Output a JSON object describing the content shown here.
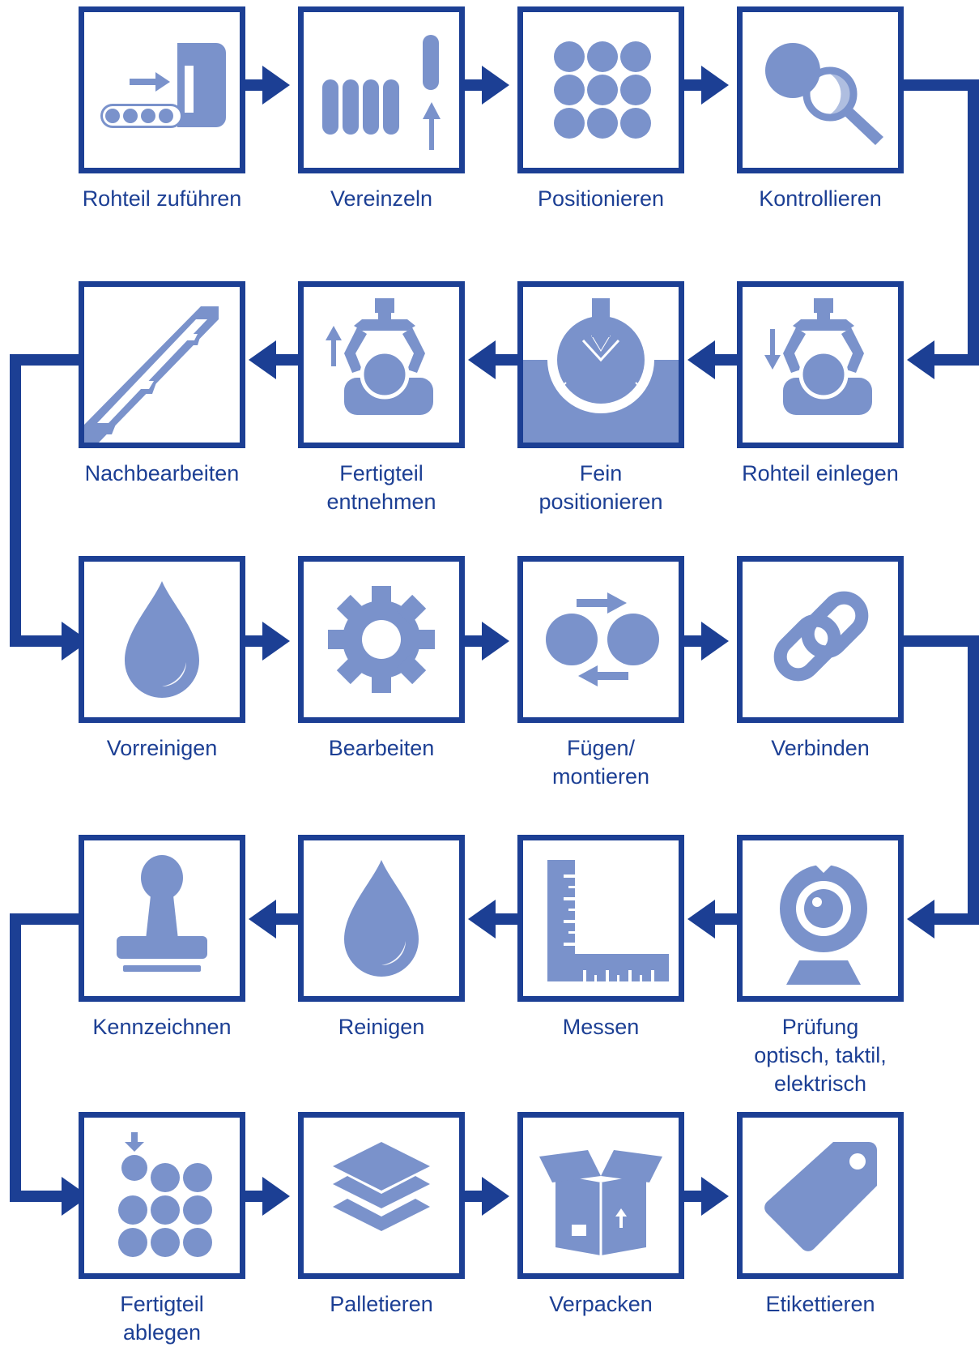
{
  "colors": {
    "frame": "#1c3f94",
    "icon": "#7a92cb",
    "background": "#ffffff"
  },
  "steps": [
    {
      "label": "Rohteil zuführen",
      "icon": "conveyor-feed-icon"
    },
    {
      "label": "Vereinzeln",
      "icon": "separate-bars-icon"
    },
    {
      "label": "Positionieren",
      "icon": "circle-grid-icon"
    },
    {
      "label": "Kontrollieren",
      "icon": "magnifier-icon"
    },
    {
      "label": "Rohteil einlegen",
      "icon": "gripper-down-icon"
    },
    {
      "label": "Fein\npositionieren",
      "icon": "fine-position-icon"
    },
    {
      "label": "Fertigteil\nentnehmen",
      "icon": "gripper-up-icon"
    },
    {
      "label": "Nachbearbeiten",
      "icon": "drill-bit-icon"
    },
    {
      "label": "Vorreinigen",
      "icon": "drop-icon"
    },
    {
      "label": "Bearbeiten",
      "icon": "gear-icon"
    },
    {
      "label": "Fügen/\nmontieren",
      "icon": "join-circles-icon"
    },
    {
      "label": "Verbinden",
      "icon": "chain-link-icon"
    },
    {
      "label": "Prüfung\noptisch, taktil,\nelektrisch",
      "icon": "webcam-icon"
    },
    {
      "label": "Messen",
      "icon": "ruler-icon"
    },
    {
      "label": "Reinigen",
      "icon": "drop-icon"
    },
    {
      "label": "Kennzeichnen",
      "icon": "stamp-icon"
    },
    {
      "label": "Fertigteil\nablegen",
      "icon": "place-grid-icon"
    },
    {
      "label": "Palletieren",
      "icon": "layers-icon"
    },
    {
      "label": "Verpacken",
      "icon": "box-icon"
    },
    {
      "label": "Etikettieren",
      "icon": "tag-icon"
    }
  ]
}
